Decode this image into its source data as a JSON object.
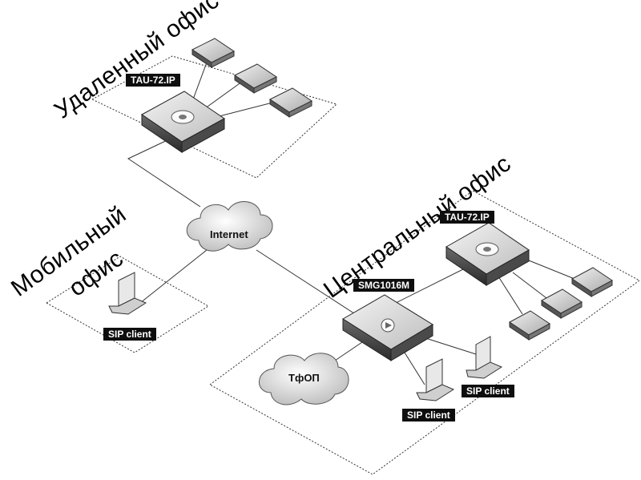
{
  "zones": {
    "remote_office": "Удаленный офис",
    "mobile_office_line1": "Мобильный",
    "mobile_office_line2": "офис",
    "central_office": "Центральный офис"
  },
  "devices": {
    "remote_gateway": "TAU-72.IP",
    "central_gateway": "TAU-72.IP",
    "central_router": "SMG1016M"
  },
  "clouds": {
    "internet": "Internet",
    "pstn": "ТфОП"
  },
  "clients": {
    "mobile": "SIP client",
    "central_right": "SIP client",
    "central_bottom": "SIP client"
  }
}
